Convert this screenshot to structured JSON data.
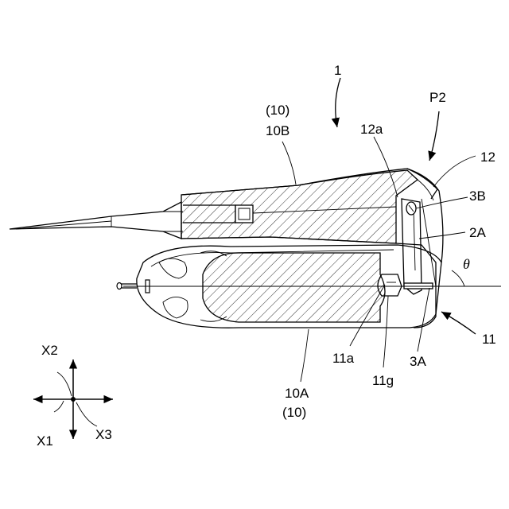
{
  "labels": {
    "assembly": "1",
    "p2": "P2",
    "part10_top": "(10)",
    "part10b": "10B",
    "part12a": "12a",
    "part12": "12",
    "part3b": "3B",
    "part2a": "2A",
    "theta": "θ",
    "part11a": "11a",
    "part11g": "11g",
    "part3a": "3A",
    "part11": "11",
    "part10a": "10A",
    "part10_bottom": "(10)"
  },
  "axes": {
    "x1": "X1",
    "x2": "X2",
    "x3": "X3"
  },
  "colors": {
    "line": "#000000",
    "background": "#ffffff"
  }
}
